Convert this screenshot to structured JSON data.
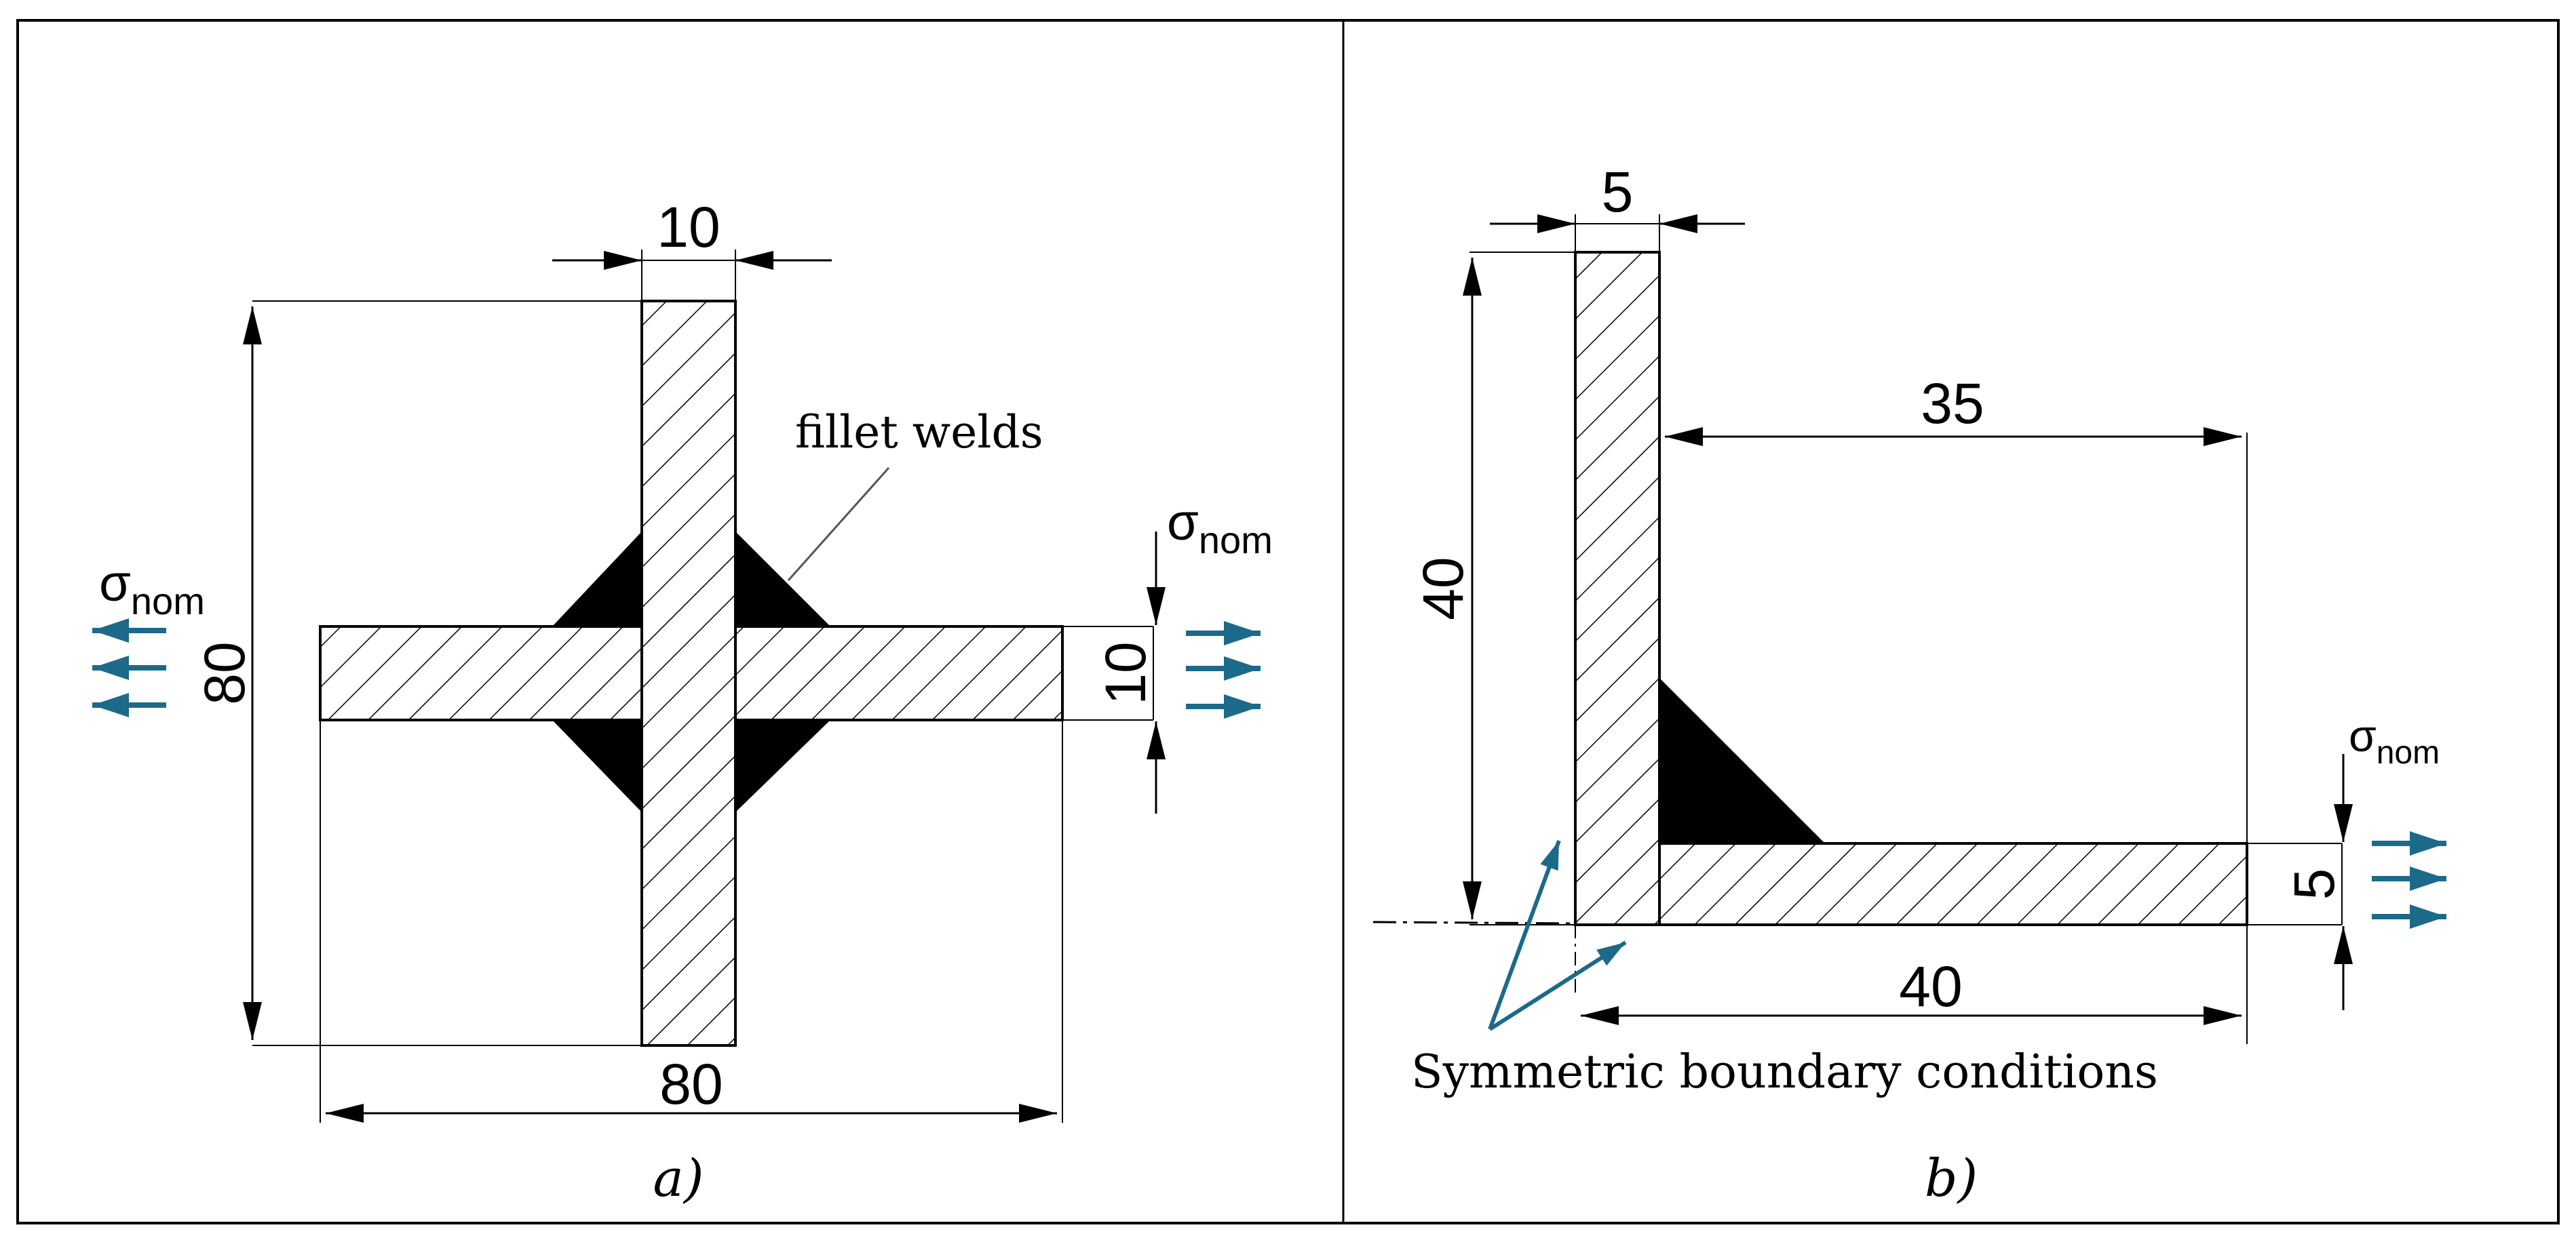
{
  "panel_a": {
    "dim_top_width": "10",
    "dim_height": "80",
    "dim_bottom_width": "80",
    "dim_right_thickness": "10",
    "weld_label": "fillet welds",
    "sigma_left": {
      "sym": "σ",
      "sub": "nom"
    },
    "sigma_right": {
      "sym": "σ",
      "sub": "nom"
    },
    "caption": "a)"
  },
  "panel_b": {
    "dim_top_width": "5",
    "dim_height": "40",
    "dim_inner_length": "35",
    "dim_bottom_length": "40",
    "dim_right_thickness": "5",
    "sigma": {
      "sym": "σ",
      "sub": "nom"
    },
    "boundary_label": "Symmetric boundary conditions",
    "caption": "b)"
  },
  "colors": {
    "line": "#000000",
    "weld": "#000000",
    "load_arrow": "#1c6a8a"
  }
}
